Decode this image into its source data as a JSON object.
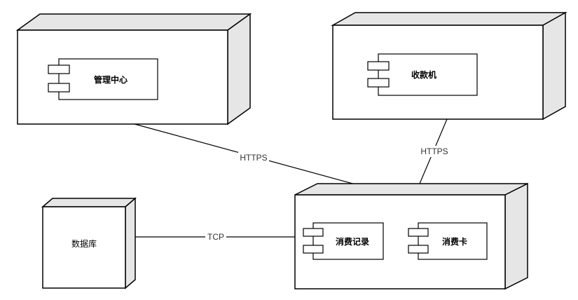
{
  "nodes": {
    "management": {
      "component_label": "管理中心"
    },
    "cashier": {
      "component_label": "收款机"
    },
    "server": {
      "components": [
        "消费记录",
        "消费卡"
      ]
    },
    "database": {
      "label": "数据库"
    }
  },
  "edges": {
    "management_server": "HTTPS",
    "cashier_server": "HTTPS",
    "database_server": "TCP"
  }
}
